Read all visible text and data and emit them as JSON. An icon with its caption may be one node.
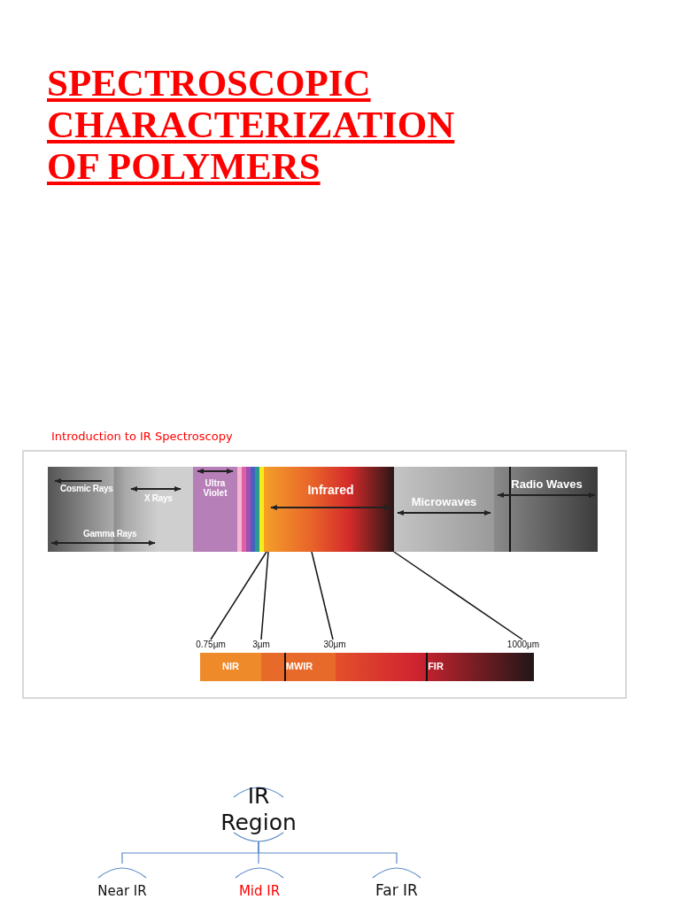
{
  "diagram": {
    "title": "SPECTROSCOPIC CHARACTERIZATION OF POLYMERS",
    "nodes": [
      {
        "text": [],
        "shape": "bar"
      },
      {
        "text": [
          "Ultra Violet"
        ]
      },
      {
        "text": [
          "Infrared"
        ]
      },
      {
        "text": [
          "Microwaves"
        ]
      },
      {
        "text": [
          "Radio Waves"
        ]
      },
      {
        "text": [
          "0.75μm"
        ]
      },
      {
        "text": [
          "3μm"
        ]
      },
      {
        "text": [
          "30μm"
        ]
      },
      {
        "text": [
          "1000μm"
        ]
      },
      {
        "text": [
          "NIR"
        ]
      },
      {
        "text": [
          "MWIR"
        ]
      },
      {
        "text": [
          "FIR"
        ]
      },
      {
        "text": [
          "IR Region"
        ]
      },
      {
        "text": [
          "Near IR"
        ]
      },
      {
        "text": [
          "Mid IR"
        ]
      },
      {
        "text": [
          "Far IR"
        ]
      }
    ],
    "edges": [
      {
        "from": 2,
        "to": 5,
        "arrow": "none"
      },
      {
        "from": 2,
        "to": 6,
        "arrow": "none"
      },
      {
        "from": 2,
        "to": 7,
        "arrow": "none"
      },
      {
        "from": 2,
        "to": 8,
        "arrow": "none"
      },
      {
        "from": 12,
        "to": 13,
        "arrow": "none",
        "color": "#5b8cc8"
      },
      {
        "from": 12,
        "to": 14,
        "arrow": "none",
        "color": "#5b8cc8"
      },
      {
        "from": 12,
        "to": 15,
        "arrow": "none",
        "color": "#5b8cc8"
      }
    ],
    "labels": [
      "Introduction to IR Spectroscopy",
      "Cosmic Rays",
      "X Rays",
      "Gamma Rays"
    ]
  }
}
